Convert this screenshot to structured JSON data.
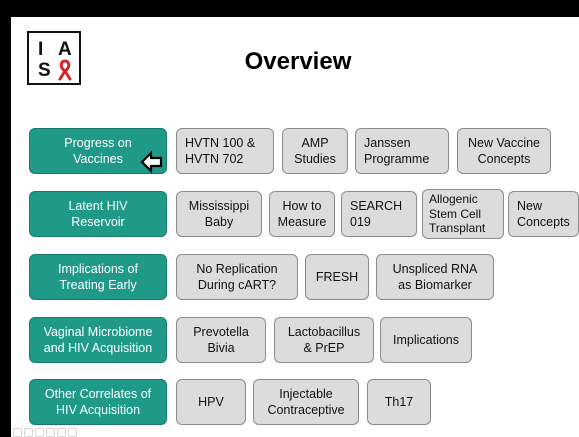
{
  "logo": {
    "letters": [
      "I",
      "A",
      "S"
    ]
  },
  "title": "Overview",
  "colors": {
    "category_fill": "#1f9a88",
    "item_fill": "#dcdcdc",
    "ribbon": "#d7262b"
  },
  "rows": [
    {
      "category": "Progress on\nVaccines",
      "items": [
        "HVTN 100 &\nHVTN 702",
        "AMP\nStudies",
        "Janssen\nProgramme",
        "New Vaccine\nConcepts"
      ]
    },
    {
      "category": "Latent HIV\nReservoir",
      "items": [
        "Mississippi\nBaby",
        "How to\nMeasure",
        "SEARCH\n019",
        "Allogenic\nStem Cell\nTransplant",
        "New\nConcepts"
      ]
    },
    {
      "category": "Implications of\nTreating Early",
      "items": [
        "No Replication\nDuring cART?",
        "FRESH",
        "Unspliced RNA\nas Biomarker"
      ]
    },
    {
      "category": "Vaginal Microbiome\nand HIV Acquisition",
      "items": [
        "Prevotella\nBivia",
        "Lactobacillus\n& PrEP",
        "Implications"
      ]
    },
    {
      "category": "Other Correlates of\nHIV Acquisition",
      "items": [
        "HPV",
        "Injectable\nContraceptive",
        "Th17"
      ]
    }
  ],
  "icons": {
    "pointer": "left-arrow-icon"
  }
}
